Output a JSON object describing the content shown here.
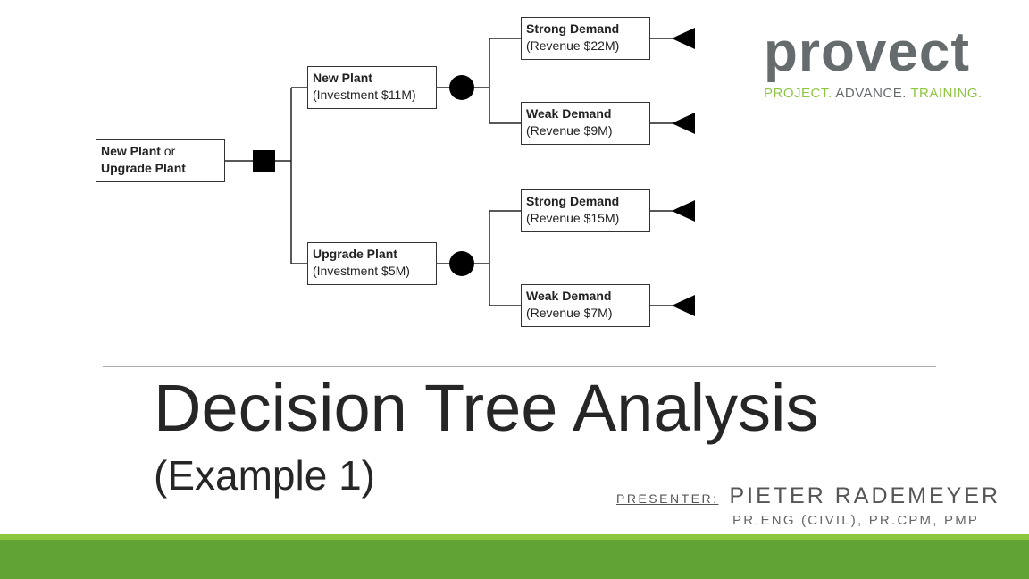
{
  "tree": {
    "root": {
      "bold": "New Plant",
      "rest": " or",
      "line2": "Upgrade Plant"
    },
    "options": [
      {
        "title": "New Plant",
        "detail": "(Investment $11M)",
        "outcomes": [
          {
            "title": "Strong Demand",
            "detail": "(Revenue $22M)"
          },
          {
            "title": "Weak Demand",
            "detail": "(Revenue $9M)"
          }
        ]
      },
      {
        "title": "Upgrade Plant",
        "detail": "(Investment $5M)",
        "outcomes": [
          {
            "title": "Strong Demand",
            "detail": "(Revenue $15M)"
          },
          {
            "title": "Weak Demand",
            "detail": "(Revenue $7M)"
          }
        ]
      }
    ]
  },
  "logo": {
    "word": "provect",
    "tag1": "PROJECT.",
    "tag2": " ADVANCE. ",
    "tag3": "TRAINING."
  },
  "title": "Decision Tree Analysis",
  "subtitle": "(Example 1)",
  "presenter": {
    "label": "PRESENTER:",
    "name": "PIETER RADEMEYER",
    "credentials": "PR.ENG (CIVIL), PR.CPM, PMP"
  },
  "colors": {
    "accent_green": "#62a336",
    "light_green": "#8dc63f",
    "logo_gray": "#666b6e"
  }
}
